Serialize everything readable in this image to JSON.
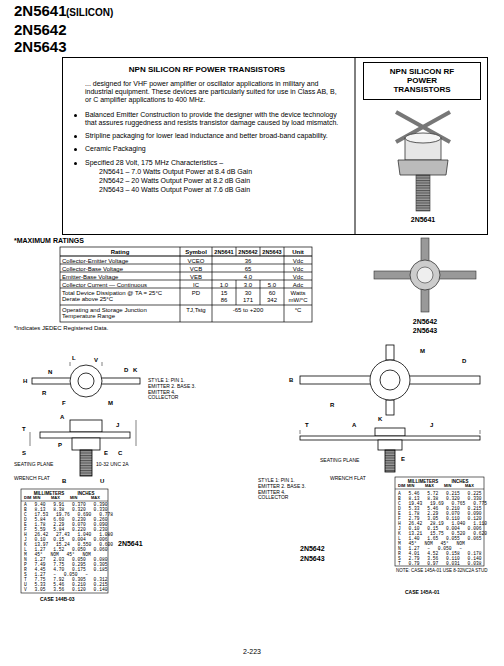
{
  "diagram": {
    "title": "2N5641",
    "nodes": [
      {
        "text": [
          "NPN SILICON RF POWER TRANSISTORS",
          "... designed for VHF power amplifier or oscillator applications in military and industrial equipment. These devices are particularly suited for use in Class AB, B, or C amplifier applications to 400 MHz.",
          "Balanced Emitter Construction to provide the designer with the device technology that assures ruggedness and resists transistor damage caused by load mismatch.",
          "Stripline packaging for lower lead inductance and better broad-band capability.",
          "Ceramic Packaging",
          "Specified 28 Volt, 175 MHz Characteristics –",
          "2N5641 – 7.0 Watts Output Power at 8.4 dB Gain",
          "2N5642 – 20 Watts Output Power at 8.2 dB Gain",
          "2N5643 – 40 Watts Output Power at 7.6 dB Gain"
        ]
      },
      {
        "text": [
          "NPN SILICON RF POWER TRANSISTORS"
        ],
        "in": 0
      }
    ],
    "labels": [
      "(SILICON)",
      "2N5642",
      "2N5643",
      "2N5641",
      "2N5642",
      "2N5643",
      "*MAXIMUM RATINGS",
      "Rating",
      "Symbol",
      "2N5641",
      "2N5642",
      "2N5643",
      "Unit",
      "Collector-Emitter Voltage",
      "VCEO",
      "36",
      "Vdc",
      "Collector-Base Voltage",
      "VCB",
      "65",
      "Vdc",
      "Emitter-Base Voltage",
      "VEB",
      "4.0",
      "Vdc",
      "Collector Current — Continuous",
      "IC",
      "1.0",
      "3.0",
      "5.0",
      "Adc",
      "Total Device Dissipation @ TA = 25°C Derate above 25°C",
      "PD",
      "15",
      "30",
      "60",
      "Watts",
      "86",
      "171",
      "342",
      "mW/°C",
      "Operating and Storage Junction Temperature Range",
      "TJ,Tstg",
      "-65 to +200",
      "°C",
      "*Indicates JEDEC Registered Data.",
      "L",
      "V",
      "D",
      "K",
      "H",
      "N",
      "R",
      "F",
      "M",
      "STYLE 1: PIN 1. EMITTER 2. BASE 3. EMITTER 4. COLLECTOR",
      "A",
      "J",
      "T",
      "P",
      "S",
      "E",
      "C",
      "SEATING PLANE",
      "WRENCH FLAT",
      "10-32 UNC 2A",
      "B",
      "U",
      "MILLIMETERS",
      "INCHES",
      "DIM",
      "MIN",
      "MAX",
      "MIN",
      "MAX",
      "A 9.40 9.91 0.370 0.390",
      "B 8.13 8.38 0.320 0.330",
      "C 17.53 19.76 0.690 0.778",
      "D 5.84 6.60 0.230 0.260",
      "E 1.78 2.29 0.070 0.090",
      "F 5.59 5.84 0.220 0.230",
      "H 26.42 27.43 1.040 1.080",
      "J 0.10 0.15 0.004 0.006",
      "K 13.97 15.24 0.550 0.600",
      "L 1.27 1.52 0.050 0.060",
      "M 45° NOM 45° NOM",
      "N 1.27 2.03 0.050 0.080",
      "P 7.49 7.75 0.295 0.305",
      "R 4.45 4.70 0.175 0.185",
      "S 1.27 – 0.050 –",
      "T 7.75 7.92 0.305 0.312",
      "U 5.33 5.46 0.210 0.215",
      "V 3.05 3.56 0.120 0.140",
      "2N5641",
      "CASE 144B-03",
      "M",
      "D",
      "B",
      "R",
      "K",
      "T",
      "A",
      "J",
      "E",
      "SEATING PLANE",
      "STYLE 1: PIN 1. EMITTER 2. BASE 3. EMITTER 4. COLLECTOR",
      "WRENCH FLAT",
      "MILLIMETERS",
      "INCHES",
      "DIM",
      "MIN",
      "MAX",
      "MIN",
      "MAX",
      "A 5.46 5.72 0.215 0.225",
      "B 8.13 8.38 0.320 0.330",
      "C 19.43 19.69 0.765 0.775",
      "D 5.33 5.46 0.210 0.215",
      "E 1.78 2.29 0.070 0.090",
      "F 2.79 3.05 0.110 0.120",
      "H 26.42 28.19 1.040 1.110",
      "J 0.10 0.15 0.004 0.006",
      "K 13.21 15.75 0.520 0.620",
      "L 1.40 1.65 0.055 0.065",
      "M 45° NOM 45° NOM",
      "N 1.27 – 0.050 –",
      "R 4.01 4.52 0.158 0.178",
      "S 2.79 3.56 0.110 0.140",
      "T 0.79 0.97 0.031 0.038",
      "NOTE: CASE 145A-01 USE 8-32NC2A STUD",
      "2N5642",
      "2N5643",
      "CASE 145A-01",
      "2-223"
    ]
  }
}
